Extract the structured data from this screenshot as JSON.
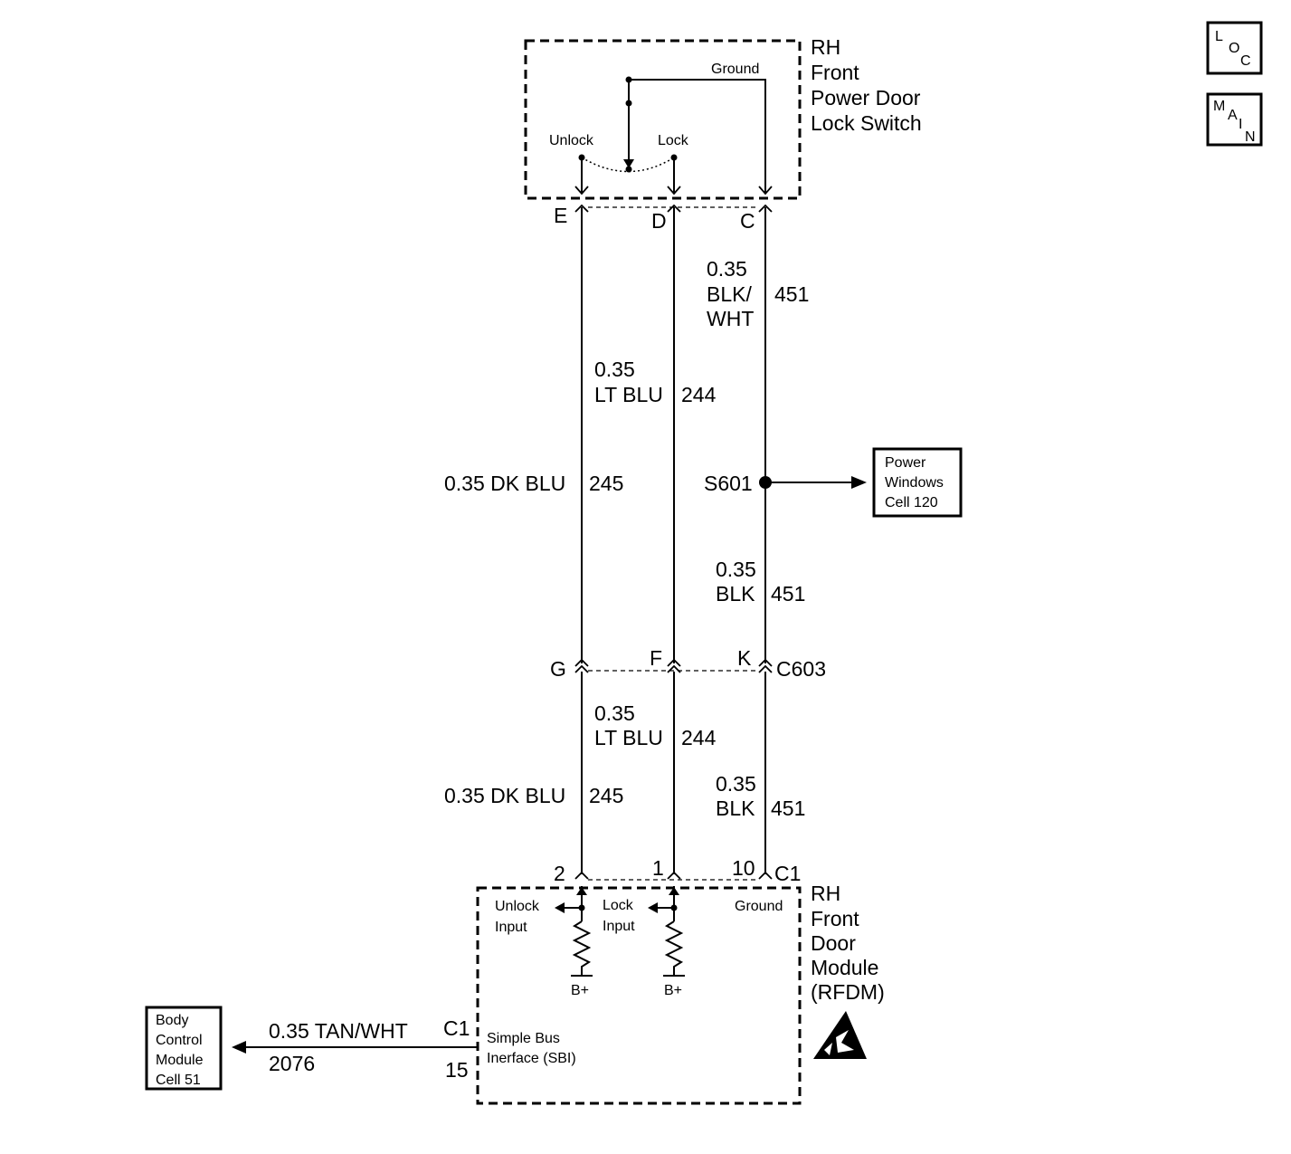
{
  "switch": {
    "title_lines": [
      "RH",
      "Front",
      "Power Door",
      "Lock Switch"
    ],
    "ground_label": "Ground",
    "unlock_label": "Unlock",
    "lock_label": "Lock",
    "pins": [
      "E",
      "D",
      "C"
    ]
  },
  "wires_upper": {
    "c_gauge": "0.35",
    "c_color_line1": "BLK/",
    "c_color_line2": "WHT",
    "c_circuit": "451",
    "d_gauge": "0.35",
    "d_color": "LT BLU",
    "d_circuit": "244",
    "e_label": "0.35 DK BLU",
    "e_circuit": "245"
  },
  "splice": {
    "name": "S601",
    "ref_lines": [
      "Power",
      "Windows",
      "Cell 120"
    ]
  },
  "wires_mid": {
    "gauge": "0.35",
    "color": "BLK",
    "circuit": "451"
  },
  "connector_c603": {
    "name": "C603",
    "pins": [
      "G",
      "F",
      "K"
    ]
  },
  "wires_lower": {
    "lt_gauge": "0.35",
    "lt_color": "LT BLU",
    "lt_circuit": "244",
    "dk_label": "0.35 DK BLU",
    "dk_circuit": "245",
    "blk_gauge": "0.35",
    "blk_color": "BLK",
    "blk_circuit": "451"
  },
  "module": {
    "connector": "C1",
    "pins": [
      "2",
      "1",
      "10"
    ],
    "title_lines": [
      "RH",
      "Front",
      "Door",
      "Module",
      "(RFDM)"
    ],
    "unlock_input_lines": [
      "Unlock",
      "Input"
    ],
    "lock_input_lines": [
      "Lock",
      "Input"
    ],
    "ground_label": "Ground",
    "bplus_label": "B+",
    "sbi_lines": [
      "Simple Bus",
      "Inerface (SBI)"
    ]
  },
  "bcm_wire": {
    "connector": "C1",
    "pin": "15",
    "label": "0.35 TAN/WHT",
    "circuit": "2076",
    "ref_lines": [
      "Body",
      "Control",
      "Module",
      "Cell 51"
    ]
  },
  "badges": {
    "loc": [
      "L",
      "O",
      "C"
    ],
    "main": [
      "M",
      "A",
      "I",
      "N"
    ]
  },
  "icons": [
    "esd-warning-icon",
    "ground-symbol",
    "resistor-symbol"
  ]
}
